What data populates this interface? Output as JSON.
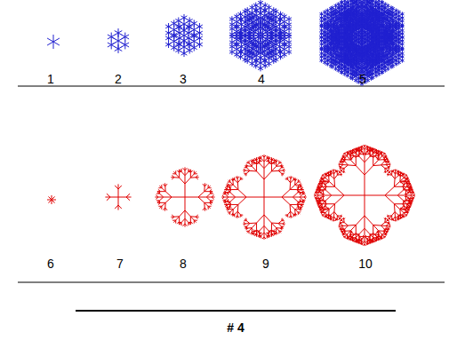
{
  "diagram": {
    "caption": "# 4",
    "labels": [
      "1",
      "2",
      "3",
      "4",
      "5",
      "6",
      "7",
      "8",
      "9",
      "10"
    ]
  }
}
